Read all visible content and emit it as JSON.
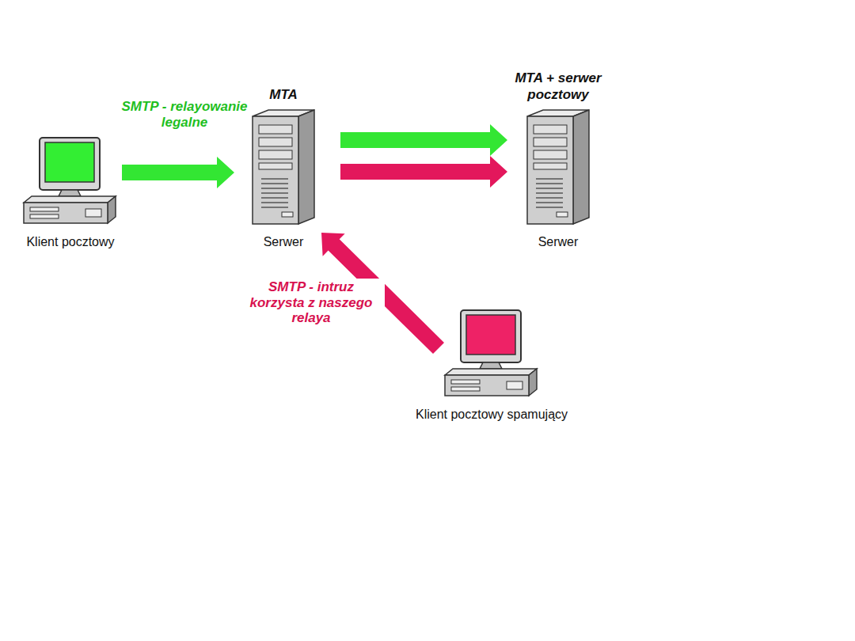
{
  "diagram": {
    "nodes": [
      {
        "text": [
          "Klient pocztowy"
        ]
      },
      {
        "text": [
          "MTA",
          "Serwer"
        ]
      },
      {
        "text": [
          "MTA + serwer pocztowy",
          "Serwer"
        ]
      },
      {
        "text": [
          "Klient pocztowy spamujący"
        ]
      }
    ],
    "edges": [
      {
        "from": 0,
        "to": 1,
        "arrow": "to",
        "label": "SMTP - relayowanie legalne"
      },
      {
        "from": 1,
        "to": 2,
        "arrow": "to"
      },
      {
        "from": 1,
        "to": 2,
        "arrow": "to"
      },
      {
        "from": 3,
        "to": 1,
        "arrow": "to",
        "label": "SMTP - intruz korzysta z naszego relaya"
      }
    ]
  }
}
